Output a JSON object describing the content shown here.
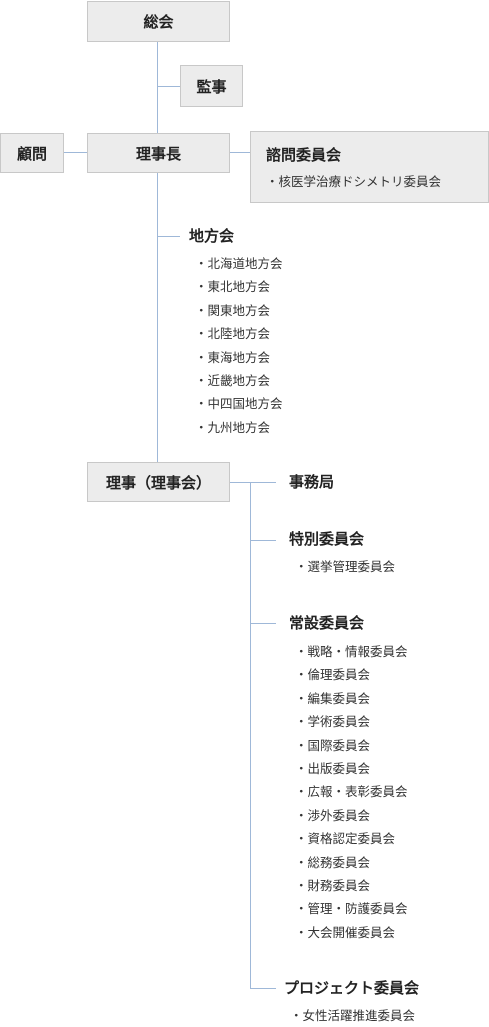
{
  "general_assembly": "総会",
  "auditor": "監事",
  "advisor": "顧問",
  "chairman": "理事長",
  "advisory_committee": {
    "title": "諮問委員会",
    "items": [
      "核医学治療ドシメトリ委員会"
    ]
  },
  "regional_meetings": {
    "title": "地方会",
    "items": [
      "北海道地方会",
      "東北地方会",
      "関東地方会",
      "北陸地方会",
      "東海地方会",
      "近畿地方会",
      "中四国地方会",
      "九州地方会"
    ]
  },
  "board": "理事（理事会）",
  "secretariat": "事務局",
  "special_committee": {
    "title": "特別委員会",
    "items": [
      "選挙管理委員会"
    ]
  },
  "standing_committee": {
    "title": "常設委員会",
    "items": [
      "戦略・情報委員会",
      "倫理委員会",
      "編集委員会",
      "学術委員会",
      "国際委員会",
      "出版委員会",
      "広報・表彰委員会",
      "渉外委員会",
      "資格認定委員会",
      "総務委員会",
      "財務委員会",
      "管理・防護委員会",
      "大会開催委員会"
    ]
  },
  "project_committee": {
    "title": "プロジェクト委員会",
    "items": [
      "女性活躍推進委員会"
    ]
  }
}
